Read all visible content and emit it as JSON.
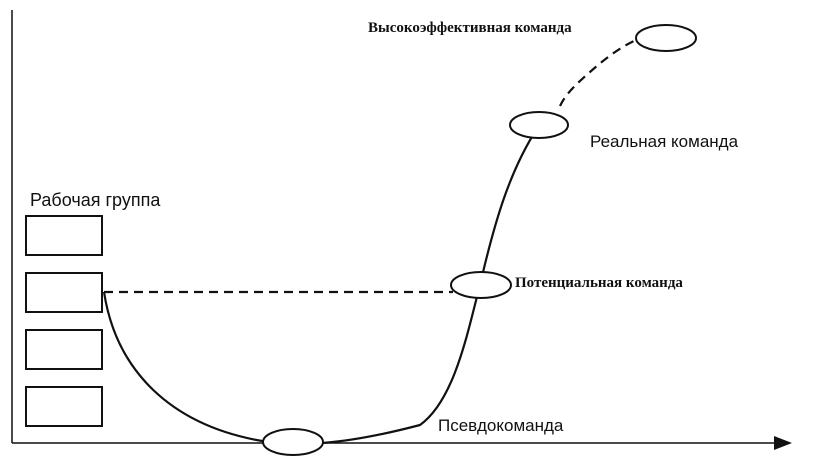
{
  "labels": {
    "work_group": "Рабочая группа",
    "pseudo_team": "Псевдокоманда",
    "potential_team": "Потенциальная команда",
    "real_team": "Реальная команда",
    "high_performance_team": "Высокоэффективная команда"
  },
  "colors": {
    "ink": "#111111",
    "background": "#ffffff"
  }
}
